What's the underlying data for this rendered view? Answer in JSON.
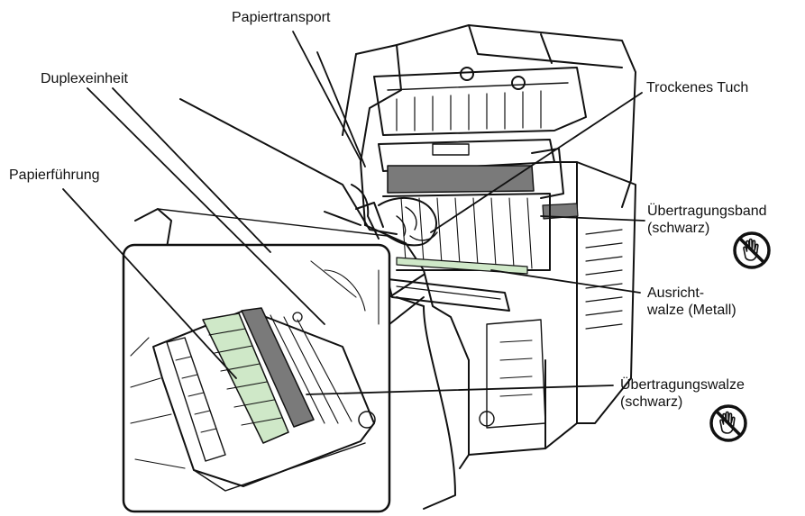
{
  "labels": {
    "paper_transport": "Papiertransport",
    "duplex_unit": "Duplexeinheit",
    "paper_guide": "Papierführung",
    "dry_cloth": "Trockenes Tuch",
    "transfer_belt_line1": "Übertragungsband",
    "transfer_belt_line2": "(schwarz)",
    "registration_roller_line1": "Ausricht-",
    "registration_roller_line2": "walze (Metall)",
    "transfer_roller_line1": "Übertragungswalze",
    "transfer_roller_line2": "(schwarz)"
  },
  "icons": {
    "warning": "do-not-touch-hand-icon"
  },
  "colors": {
    "highlight_green": "#cfe8c8",
    "belt_gray": "#7a7a7a",
    "line": "#111111"
  }
}
